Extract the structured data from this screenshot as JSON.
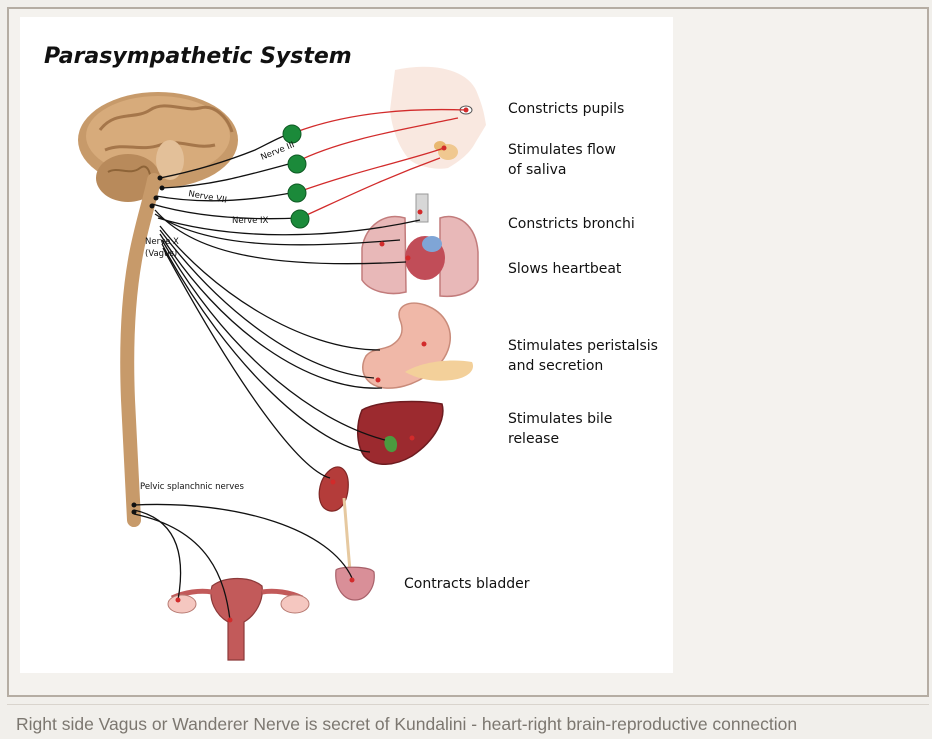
{
  "figure": {
    "title": "Parasympathetic System",
    "effects": [
      {
        "lines": [
          "Constricts pupils"
        ]
      },
      {
        "lines": [
          "Stimulates flow",
          "of saliva"
        ]
      },
      {
        "lines": [
          "Constricts bronchi"
        ]
      },
      {
        "lines": [
          "Slows heartbeat"
        ]
      },
      {
        "lines": [
          "Stimulates peristalsis",
          "and secretion"
        ]
      },
      {
        "lines": [
          "Stimulates bile",
          "release"
        ]
      },
      {
        "lines": [
          "Contracts bladder"
        ]
      }
    ],
    "nerves": {
      "nerve3": "Nerve III",
      "nerve7": "Nerve VII",
      "nerve9": "Nerve IX",
      "nerve10_line1": "Nerve X",
      "nerve10_line2": "(Vagus)",
      "pelvic": "Pelvic splanchnic nerves"
    }
  },
  "caption": "Right side Vagus or Wanderer Nerve is secret of Kundalini - heart-right brain-reproductive connection"
}
